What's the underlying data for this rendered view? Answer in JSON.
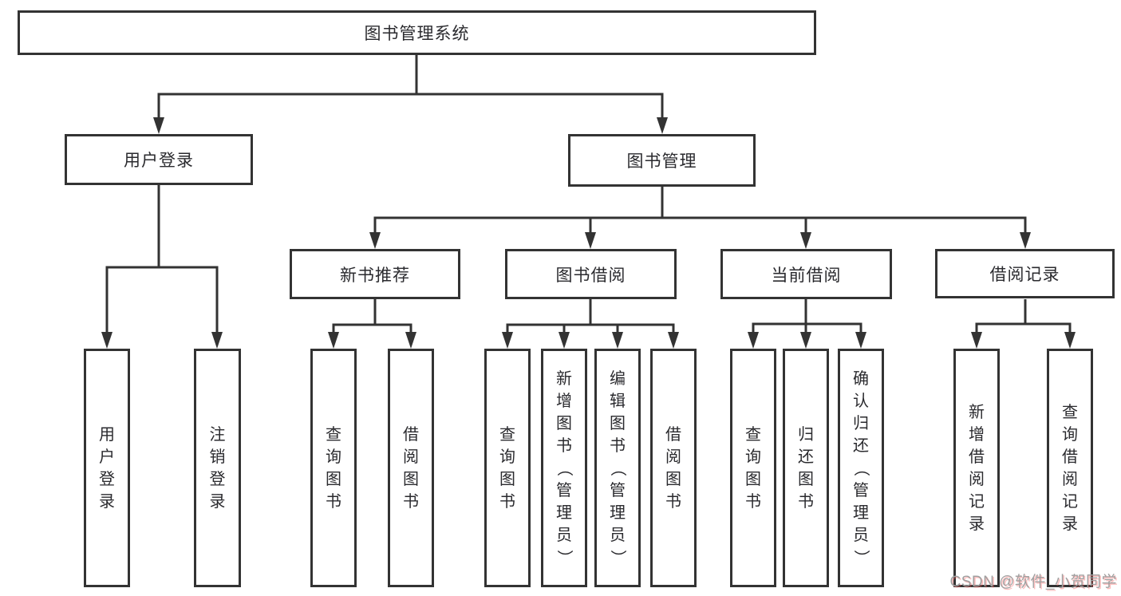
{
  "diagram": {
    "root": {
      "label": "图书管理系统"
    },
    "user_login": {
      "label": "用户登录",
      "children": {
        "login": "用户登录",
        "logout": "注销登录"
      }
    },
    "book_mgmt": {
      "label": "图书管理",
      "new_rec": {
        "label": "新书推荐",
        "children": {
          "query": "查询图书",
          "borrow": "借阅图书"
        }
      },
      "book_borrow": {
        "label": "图书借阅",
        "children": {
          "query": "查询图书",
          "add": "新增图书（管理员）",
          "edit": "编辑图书（管理员）",
          "borrow": "借阅图书"
        }
      },
      "cur_borrow": {
        "label": "当前借阅",
        "children": {
          "query": "查询图书",
          "return": "归还图书",
          "confirm": "确认归还（管理员）"
        }
      },
      "record": {
        "label": "借阅记录",
        "children": {
          "add": "新增借阅记录",
          "query": "查询借阅记录"
        }
      }
    }
  },
  "watermark": {
    "text": "CSDN @软件_小贺同学"
  },
  "colors": {
    "line": "#333333",
    "box_border": "#333333",
    "box_background": "#ffffff",
    "text": "#2a2a2e",
    "watermark_gray": "#a0a0a0",
    "watermark_accent": "#fc5531"
  }
}
